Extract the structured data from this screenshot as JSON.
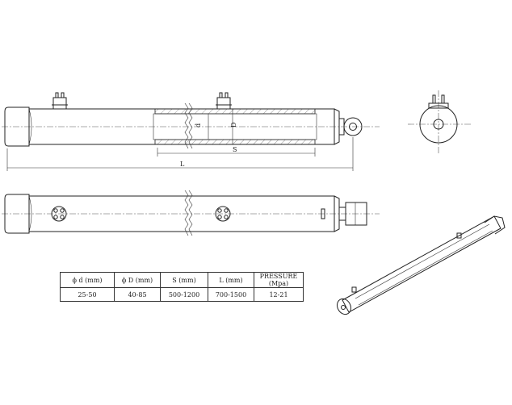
{
  "dimensions": {
    "stroke_label": "S",
    "length_label": "L",
    "rod_dia_label": "d",
    "bore_dia_label": "D"
  },
  "spec_table": {
    "headers": [
      "ϕ d (mm)",
      "ϕ D (mm)",
      "S (mm)",
      "L (mm)",
      "PRESSURE (Mpa)"
    ],
    "values": [
      "25-50",
      "40-85",
      "500-1200",
      "700-1500",
      "12-21"
    ]
  }
}
